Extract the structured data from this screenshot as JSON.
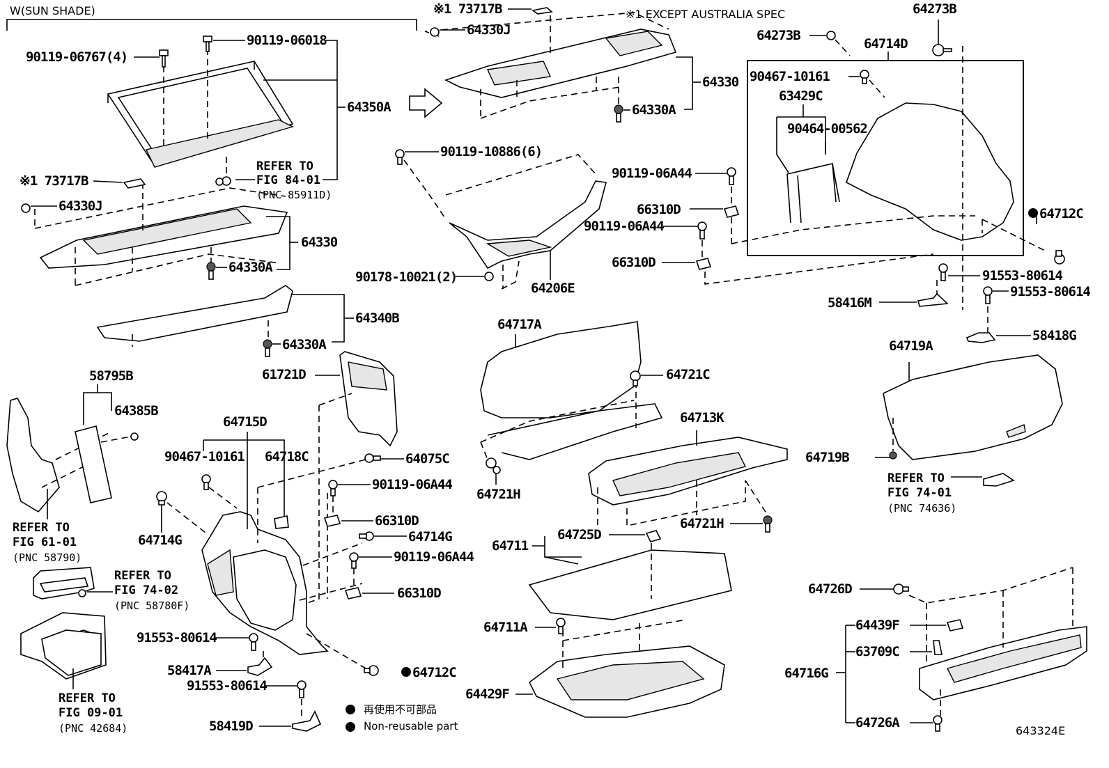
{
  "header": {
    "group_label": "W(SUN SHADE)",
    "footnote": "※1 EXCEPT AUSTRALIA SPEC"
  },
  "labels": {
    "p90119_06767": "90119-06767(4)",
    "p90119_06018": "90119-06018",
    "p64350A": "64350A",
    "refer_84_line1": "REFER TO",
    "refer_84_line2": "FIG 84-01",
    "refer_84_pnc": "(PNC 85911D)",
    "p73717B_a": "※1 73717B",
    "p64330J_a": "64330J",
    "p64330_a": "64330",
    "p64330A_a": "64330A",
    "p64340B": "64340B",
    "p64330A_b": "64330A",
    "p73717B_b": "※1 73717B",
    "p64330J_b": "64330J",
    "p64330_b": "64330",
    "p64330A_c": "64330A",
    "p90119_10886": "90119-10886(6)",
    "p90178_10021": "90178-10021(2)",
    "p64206E": "64206E",
    "p64273B_a": "64273B",
    "p64273B_b": "64273B",
    "p64714D": "64714D",
    "p90467_10161_a": "90467-10161",
    "p63429C": "63429C",
    "p90464_00562": "90464-00562",
    "p90119_06A44_a": "90119-06A44",
    "p66310D_a": "66310D",
    "p90119_06A44_b": "90119-06A44",
    "p66310D_b": "66310D",
    "p64712C_a": "64712C",
    "p91553_80614_a": "91553-80614",
    "p91553_80614_b": "91553-80614",
    "p58416M": "58416M",
    "p58418G": "58418G",
    "p58795B": "58795B",
    "p64385B": "64385B",
    "refer_61_line1": "REFER TO",
    "refer_61_line2": "FIG 61-01",
    "refer_61_pnc": "(PNC 58790)",
    "p61721D": "61721D",
    "p64715D": "64715D",
    "p90467_10161_b": "90467-10161",
    "p64718C": "64718C",
    "p64714G_a": "64714G",
    "p64075C": "64075C",
    "p90119_06A44_c": "90119-06A44",
    "p66310D_c": "66310D",
    "p64714G_b": "64714G",
    "p90119_06A44_d": "90119-06A44",
    "p66310D_d": "66310D",
    "refer_74_02_line1": "REFER TO",
    "refer_74_02_line2": "FIG 74-02",
    "refer_74_02_pnc": "(PNC 58780F)",
    "p91553_80614_c": "91553-80614",
    "p58417A": "58417A",
    "p91553_80614_d": "91553-80614",
    "p58419D": "58419D",
    "p64712C_b": "64712C",
    "refer_09_line1": "REFER TO",
    "refer_09_line2": "FIG 09-01",
    "refer_09_pnc": "(PNC 42684)",
    "p64717A": "64717A",
    "p64721C": "64721C",
    "p64721H_a": "64721H",
    "p64713K": "64713K",
    "p64721H_b": "64721H",
    "p64711": "64711",
    "p64725D": "64725D",
    "p64711A": "64711A",
    "p64429F": "64429F",
    "p64719A": "64719A",
    "p64719B": "64719B",
    "refer_74_01_line1": "REFER TO",
    "refer_74_01_line2": "FIG 74-01",
    "refer_74_01_pnc": "(PNC 74636)",
    "p64726D": "64726D",
    "p64439F": "64439F",
    "p63709C": "63709C",
    "p64716G": "64716G",
    "p64726A": "64726A"
  },
  "legend": {
    "jp": "再使用不可部品",
    "en": "Non-reusable part"
  },
  "diagram_id": "643324E"
}
